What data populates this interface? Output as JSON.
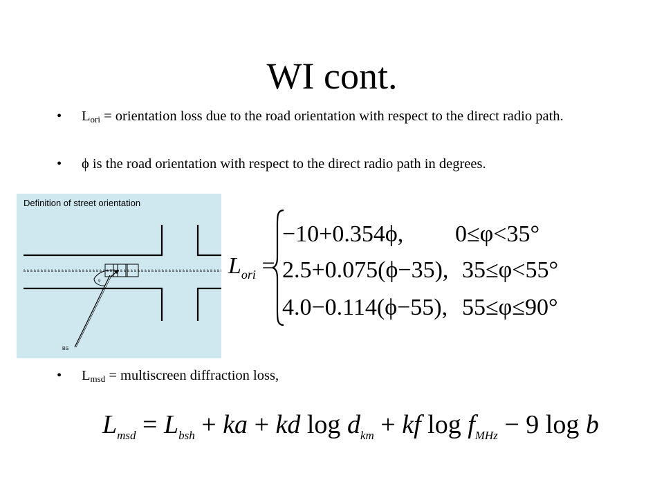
{
  "slide": {
    "title": "WI cont."
  },
  "bullets": [
    {
      "symbol": "•",
      "lead": "L",
      "sub": "ori",
      "text": " = orientation loss due to the road orientation with respect to the direct radio path."
    },
    {
      "symbol": "•",
      "lead": "",
      "sub": "",
      "text": "ϕ is the road orientation with respect to the direct radio path in degrees."
    },
    {
      "symbol": "•",
      "lead": "L",
      "sub": "msd",
      "text": " = multiscreen diffraction loss,"
    }
  ],
  "diagram": {
    "title": "Definition of street orientation",
    "bs_label": "BS",
    "phi_label": "φ",
    "background": "#cfe8ef"
  },
  "lori_equation": {
    "lhs_main": "L",
    "lhs_sub": "ori",
    "equals": "=",
    "cases": [
      {
        "expr": "−10+0.354ϕ,",
        "cond": "0≤φ<35°"
      },
      {
        "expr": "2.5+0.075(ϕ−35),",
        "cond": "35≤φ<55°"
      },
      {
        "expr": "4.0−0.114(ϕ−55),",
        "cond": "55≤φ≤90°"
      }
    ]
  },
  "lmsd_equation": {
    "l": "L",
    "msd": "msd",
    "eq": " = ",
    "l2": "L",
    "bsh": "bsh",
    "p1": " + ",
    "ka": "ka",
    "p2": " + ",
    "kd": "kd",
    "log1": " log ",
    "d": "d",
    "km": "km",
    "p3": " + ",
    "kf": "kf",
    "log2": " log ",
    "f": "f",
    "mhz": "MHz",
    "tail": " − 9 log ",
    "b": "b"
  }
}
